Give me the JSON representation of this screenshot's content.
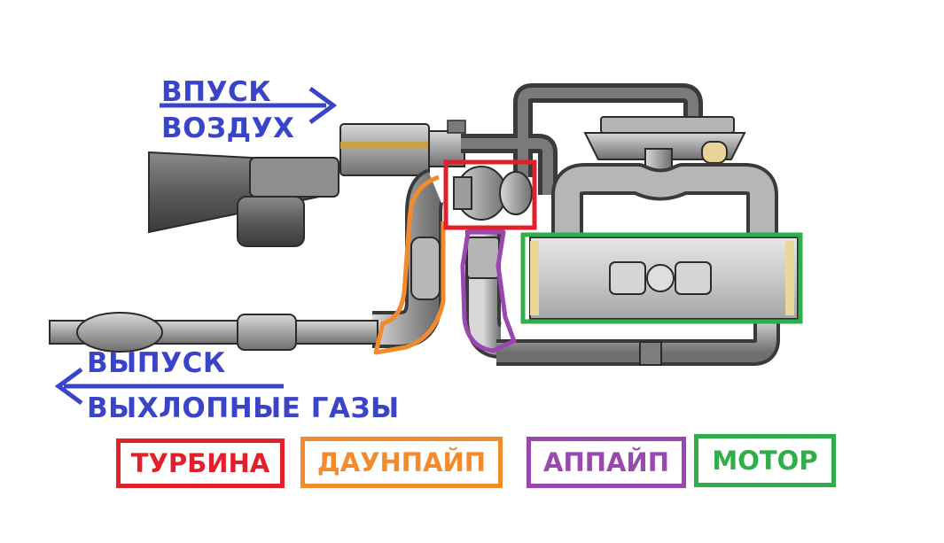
{
  "labels": {
    "intake_line1": "ВПУСК",
    "intake_line2": "ВОЗДУХ",
    "exhaust_line1": "ВЫПУСК",
    "exhaust_line2": "ВЫХЛОПНЫЕ ГАЗЫ"
  },
  "legend": [
    {
      "label": "ТУРБИНА",
      "color": "#e2202c"
    },
    {
      "label": "ДАУНПАЙП",
      "color": "#f28a2e"
    },
    {
      "label": "АППАЙП",
      "color": "#9a47b0"
    },
    {
      "label": "МОТОР",
      "color": "#2fae4a"
    }
  ],
  "colors": {
    "flow_arrow": "#3a44c9",
    "pipe": "#9a9a9a",
    "pipe_outline": "#3a3a3a",
    "dark_pipe": "#5a5a5a"
  }
}
